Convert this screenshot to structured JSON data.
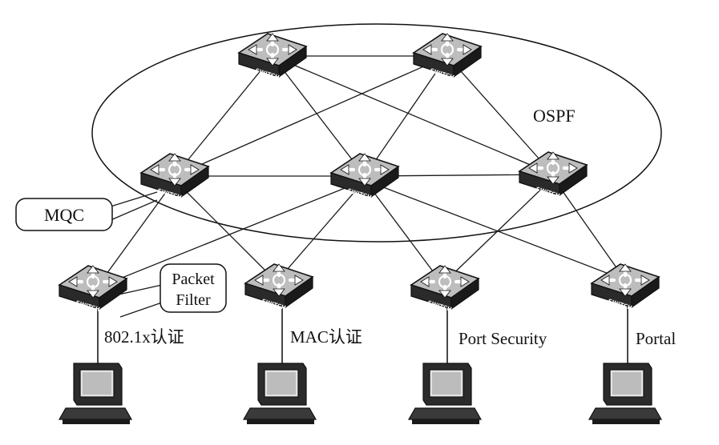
{
  "diagram": {
    "cloud_label": "OSPF",
    "switch_text": "SWITCH",
    "callouts": {
      "mqc": "MQC",
      "packet_filter_line1": "Packet",
      "packet_filter_line2": "Filter"
    },
    "access_labels": {
      "dot1x": "802.1x认证",
      "mac": "MAC认证",
      "port_security": "Port Security",
      "portal": "Portal"
    }
  }
}
